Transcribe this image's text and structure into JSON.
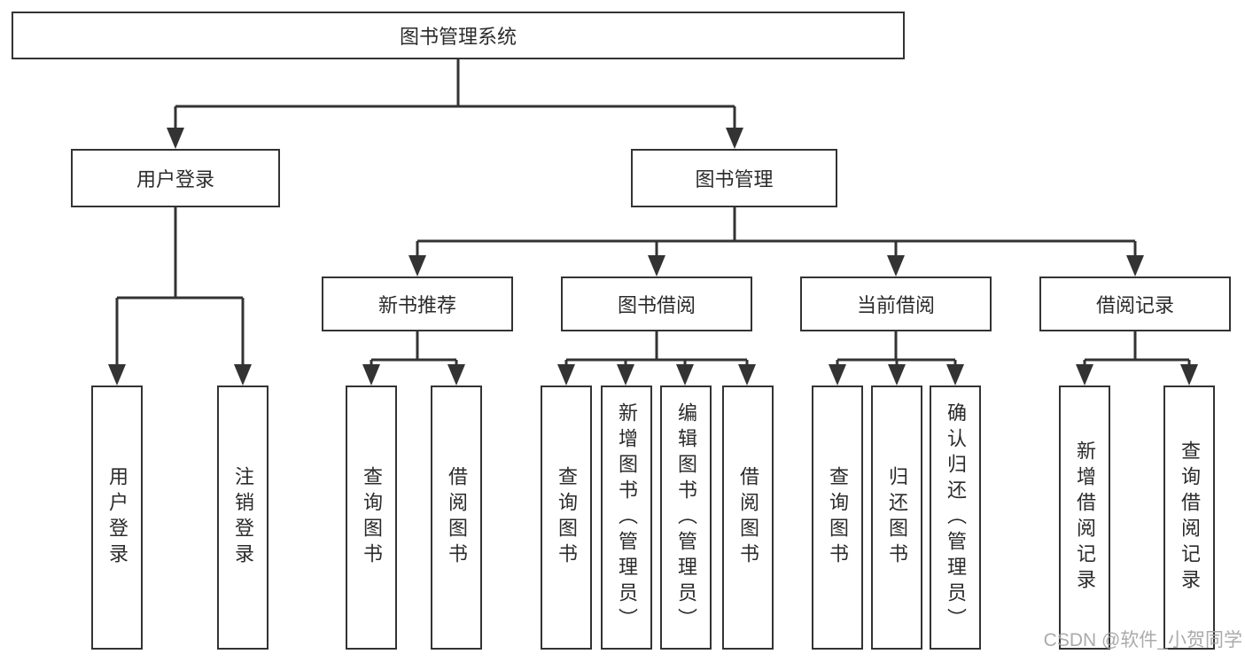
{
  "colors": {
    "line": "#333333",
    "box_border": "#333333",
    "text": "#2b2b2b",
    "watermark": "#a2a2a2",
    "background": "#ffffff"
  },
  "watermark": "CSDN @软件_小贺同学",
  "tree": {
    "label": "图书管理系统",
    "children": [
      {
        "label": "用户登录",
        "children": [
          {
            "label": "用户登录"
          },
          {
            "label": "注销登录"
          }
        ]
      },
      {
        "label": "图书管理",
        "children": [
          {
            "label": "新书推荐",
            "children": [
              {
                "label": "查询图书"
              },
              {
                "label": "借阅图书"
              }
            ]
          },
          {
            "label": "图书借阅",
            "children": [
              {
                "label": "查询图书"
              },
              {
                "label": "新增图书（管理员）"
              },
              {
                "label": "编辑图书（管理员）"
              },
              {
                "label": "借阅图书"
              }
            ]
          },
          {
            "label": "当前借阅",
            "children": [
              {
                "label": "查询图书"
              },
              {
                "label": "归还图书"
              },
              {
                "label": "确认归还（管理员）"
              }
            ]
          },
          {
            "label": "借阅记录",
            "children": [
              {
                "label": "新增借阅记录"
              },
              {
                "label": "查询借阅记录"
              }
            ]
          }
        ]
      }
    ]
  }
}
